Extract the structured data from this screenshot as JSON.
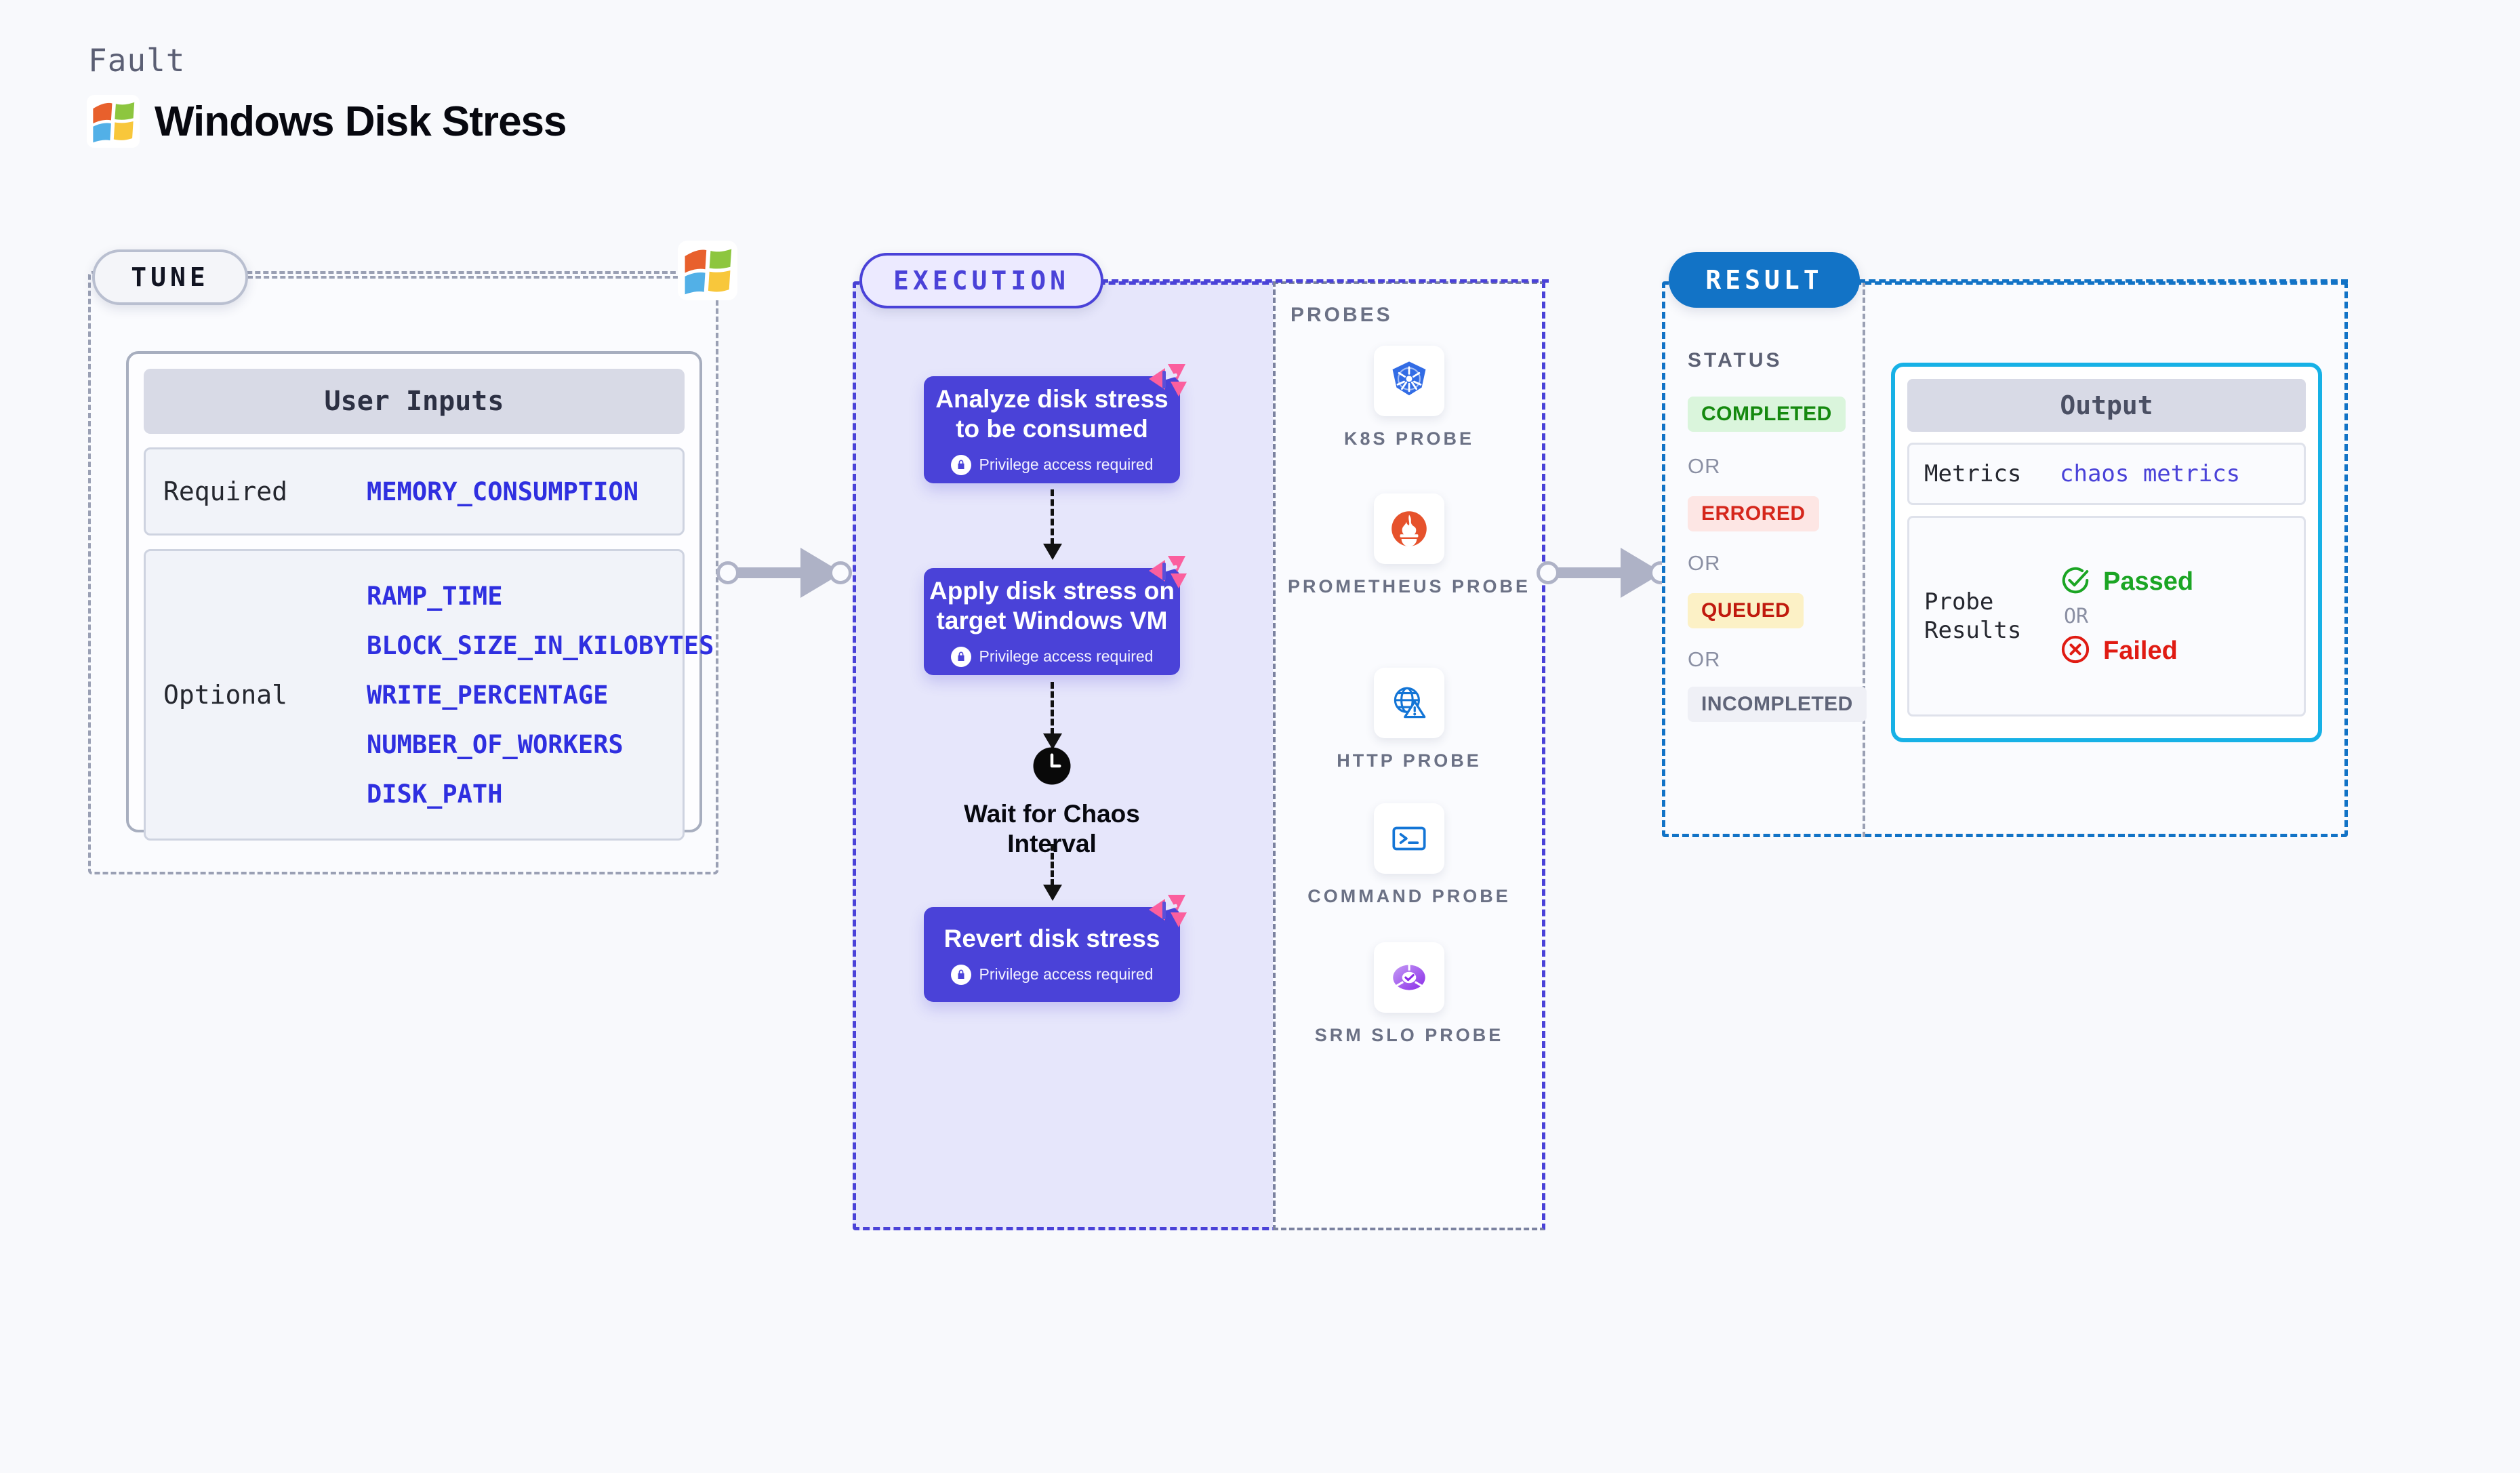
{
  "header": {
    "eyebrow": "Fault",
    "title": "Windows Disk Stress",
    "logo_icon": "windows-logo-icon"
  },
  "tune": {
    "stage_label": "TUNE",
    "logo_icon": "windows-logo-icon",
    "card_title": "User Inputs",
    "rows": [
      {
        "label": "Required",
        "values": [
          "MEMORY_CONSUMPTION"
        ]
      },
      {
        "label": "Optional",
        "values": [
          "RAMP_TIME",
          "BLOCK_SIZE_IN_KILOBYTES",
          "WRITE_PERCENTAGE",
          "NUMBER_OF_WORKERS",
          "DISK_PATH"
        ]
      }
    ]
  },
  "execution": {
    "stage_label": "EXECUTION",
    "privilege_note": "Privilege access required",
    "steps": [
      {
        "title": "Analyze disk stress to be consumed",
        "privileged": true
      },
      {
        "title": "Apply disk stress on target Windows VM",
        "privileged": true
      },
      {
        "title": "Revert disk stress",
        "privileged": true
      }
    ],
    "wait": {
      "label": "Wait for Chaos Interval",
      "icon": "clock-icon"
    },
    "probes_label": "PROBES",
    "probes": [
      {
        "name": "K8S PROBE",
        "icon": "kubernetes-icon"
      },
      {
        "name": "PROMETHEUS PROBE",
        "icon": "prometheus-icon"
      },
      {
        "name": "HTTP PROBE",
        "icon": "globe-warning-icon"
      },
      {
        "name": "COMMAND PROBE",
        "icon": "terminal-icon"
      },
      {
        "name": "SRM SLO PROBE",
        "icon": "slo-donut-icon"
      }
    ]
  },
  "result": {
    "stage_label": "RESULT",
    "status_label": "STATUS",
    "or_label": "OR",
    "statuses": [
      {
        "label": "COMPLETED",
        "color": "#15890f",
        "bg": "#daf5dc"
      },
      {
        "label": "ERRORED",
        "color": "#d5271c",
        "bg": "#fde6e4"
      },
      {
        "label": "QUEUED",
        "color": "#c01a0e",
        "bg": "#fcf1c6"
      },
      {
        "label": "INCOMPLETED",
        "color": "#5f6478",
        "bg": "#eff0f6"
      }
    ],
    "output": {
      "title": "Output",
      "metrics_label": "Metrics",
      "metrics_value": "chaos metrics",
      "probe_results_label": "Probe Results",
      "passed_label": "Passed",
      "failed_label": "Failed",
      "or_label": "OR"
    }
  },
  "colors": {
    "page_bg": "#f8f9fc",
    "indigo": "#4a42d8",
    "result_blue": "#1273c6",
    "cyan": "#17b1e6",
    "pink": "#fb5f9e",
    "gray_dash": "#9aa0b4"
  }
}
